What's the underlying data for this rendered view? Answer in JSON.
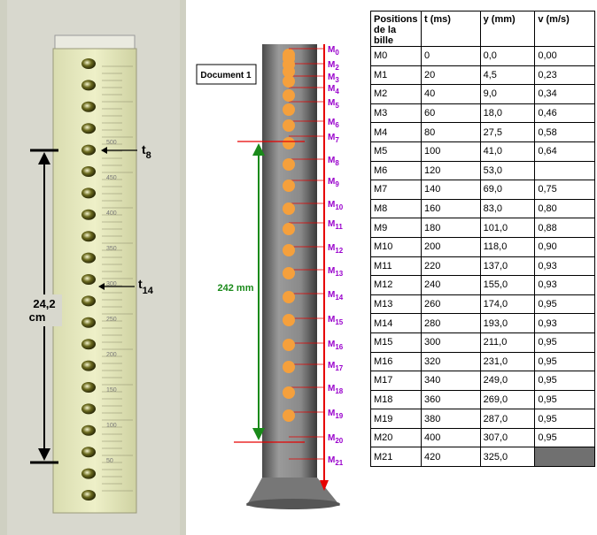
{
  "photo": {
    "label_t8": "t",
    "label_t8_sub": "8",
    "label_t14": "t",
    "label_t14_sub": "14",
    "distance_label_line1": "24,2",
    "distance_label_line2": "cm",
    "scale_marks": [
      "500",
      "450",
      "400",
      "350",
      "300",
      "250",
      "200",
      "150",
      "100",
      "50"
    ]
  },
  "document": {
    "title": "Document 1",
    "distance_label": "242 mm",
    "positions": [
      "0",
      "2",
      "3",
      "4",
      "5",
      "6",
      "7",
      "8",
      "9",
      "10",
      "11",
      "12",
      "13",
      "14",
      "15",
      "16",
      "17",
      "18",
      "19",
      "20",
      "21"
    ],
    "label_color": "#9900cc",
    "red": "#e60000",
    "green": "#1a8a1a",
    "ball_color": "#f5a03c"
  },
  "table": {
    "headers": [
      "Positions de la bille",
      "t (ms)",
      "y (mm)",
      "v (m/s)"
    ],
    "rows": [
      [
        "M0",
        "0",
        "0,0",
        "0,00"
      ],
      [
        "M1",
        "20",
        "4,5",
        "0,23"
      ],
      [
        "M2",
        "40",
        "9,0",
        "0,34"
      ],
      [
        "M3",
        "60",
        "18,0",
        "0,46"
      ],
      [
        "M4",
        "80",
        "27,5",
        "0,58"
      ],
      [
        "M5",
        "100",
        "41,0",
        "0,64"
      ],
      [
        "M6",
        "120",
        "53,0",
        ""
      ],
      [
        "M7",
        "140",
        "69,0",
        "0,75"
      ],
      [
        "M8",
        "160",
        "83,0",
        "0,80"
      ],
      [
        "M9",
        "180",
        "101,0",
        "0,88"
      ],
      [
        "M10",
        "200",
        "118,0",
        "0,90"
      ],
      [
        "M11",
        "220",
        "137,0",
        "0,93"
      ],
      [
        "M12",
        "240",
        "155,0",
        "0,93"
      ],
      [
        "M13",
        "260",
        "174,0",
        "0,95"
      ],
      [
        "M14",
        "280",
        "193,0",
        "0,93"
      ],
      [
        "M15",
        "300",
        "211,0",
        "0,95"
      ],
      [
        "M16",
        "320",
        "231,0",
        "0,95"
      ],
      [
        "M17",
        "340",
        "249,0",
        "0,95"
      ],
      [
        "M18",
        "360",
        "269,0",
        "0,95"
      ],
      [
        "M19",
        "380",
        "287,0",
        "0,95"
      ],
      [
        "M20",
        "400",
        "307,0",
        "0,95"
      ],
      [
        "M21",
        "420",
        "325,0",
        ""
      ]
    ]
  }
}
